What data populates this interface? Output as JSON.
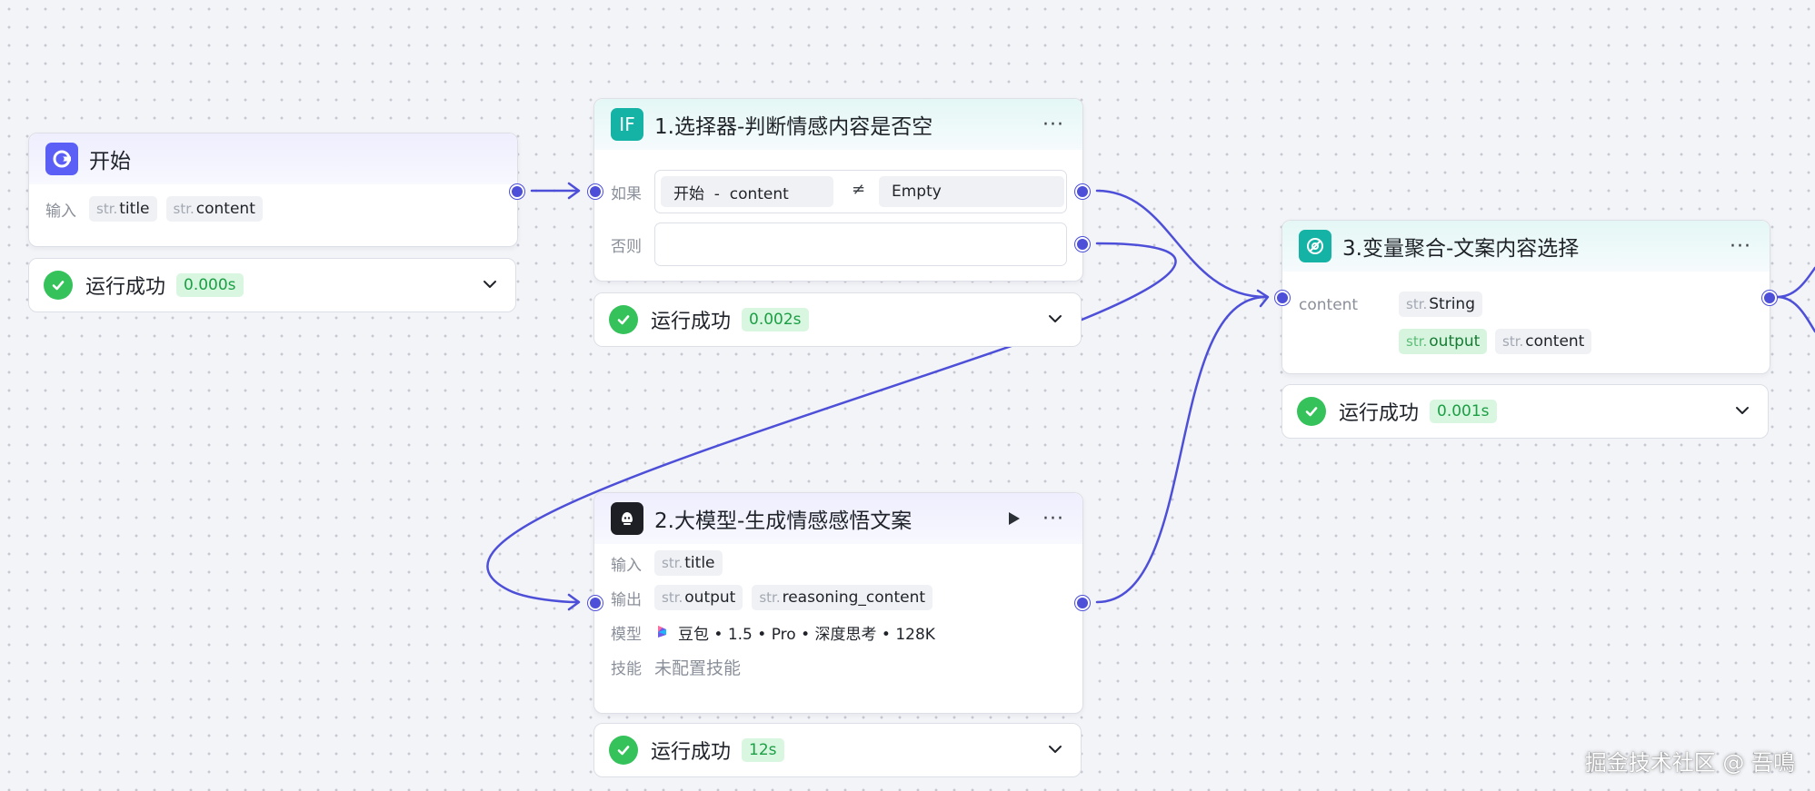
{
  "colors": {
    "edge": "#4d4fd8",
    "success": "#35c25a",
    "start_icon_bg": "#5b5ff5",
    "condition_icon_bg": "#14b3a6",
    "aggregate_icon_bg": "#14b3a6",
    "llm_icon_bg": "#1d1f25"
  },
  "start_node": {
    "icon": "start-icon",
    "title": "开始",
    "input_label": "输入",
    "type_prefix": "str.",
    "inputs": [
      "title",
      "content"
    ],
    "status": {
      "text": "运行成功",
      "time": "0.000s"
    }
  },
  "selector_node": {
    "icon": "if-icon",
    "icon_text": "IF",
    "title": "1.选择器-判断情感内容是否空",
    "more": "···",
    "if_label": "如果",
    "else_label": "否则",
    "condition": {
      "left": "开始  -  content",
      "operator": "≠",
      "right": "Empty"
    },
    "status": {
      "text": "运行成功",
      "time": "0.002s"
    }
  },
  "llm_node": {
    "icon": "llm-icon",
    "title": "2.大模型-生成情感感悟文案",
    "more": "···",
    "input_label": "输入",
    "output_label": "输出",
    "model_label": "模型",
    "skill_label": "技能",
    "type_prefix": "str.",
    "inputs": [
      "title"
    ],
    "outputs": [
      "output",
      "reasoning_content"
    ],
    "model": "豆包 • 1.5 • Pro • 深度思考 • 128K",
    "skill": "未配置技能",
    "status": {
      "text": "运行成功",
      "time": "12s"
    }
  },
  "aggregate_node": {
    "icon": "aggregate-icon",
    "title": "3.变量聚合-文案内容选择",
    "more": "···",
    "var_label": "content",
    "type_prefix": "str.",
    "var_type": "String",
    "options": [
      "output",
      "content"
    ],
    "status": {
      "text": "运行成功",
      "time": "0.001s"
    }
  },
  "watermark": "掘金技术社区 @ 吾鳴"
}
